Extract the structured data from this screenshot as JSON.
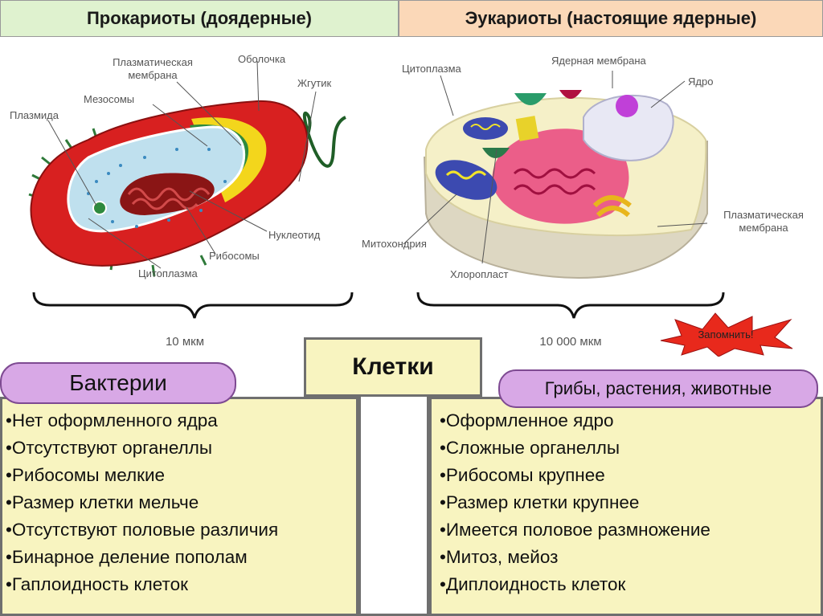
{
  "header": {
    "prokaryotes": "Прокариоты (доядерные)",
    "eukaryotes": "Эукариоты (настоящие ядерные)"
  },
  "diagram": {
    "prokaryote_labels": {
      "plasma_membrane_1": "Плазматическая",
      "plasma_membrane_2": "мембрана",
      "capsule": "Оболочка",
      "mesosomes": "Мезосомы",
      "flagellum": "Жгутик",
      "plasmid": "Плазмида",
      "nucleotide": "Нуклеотид",
      "ribosomes": "Рибосомы",
      "cytoplasm": "Цитоплазма"
    },
    "eukaryote_labels": {
      "cytoplasm": "Цитоплазма",
      "nuclear_membrane": "Ядерная мембрана",
      "nucleus": "Ядро",
      "plasma_membrane_1": "Плазматическая",
      "plasma_membrane_2": "мембрана",
      "mitochondria": "Митохондрия",
      "chloroplast": "Хлоропласт"
    },
    "scale_prokaryote": "10 мкм",
    "scale_eukaryote": "10 000 мкм"
  },
  "remember_badge": "Запомнить!",
  "center_title": "Клетки",
  "left_group": "Бактерии",
  "right_group": "Грибы, растения, животные",
  "prokaryote_traits": [
    "•Нет оформленного ядра",
    "•Отсутствуют органеллы",
    "•Рибосомы мелкие",
    "•Размер клетки мельче",
    "•Отсутствуют половые различия",
    "•Бинарное деление пополам",
    "•Гаплоидность клеток"
  ],
  "eukaryote_traits": [
    "•Оформленное ядро",
    "•Сложные органеллы",
    "•Рибосомы крупнее",
    "•Размер клетки крупнее",
    "•Имеется половое размножение",
    "•Митоз, мейоз",
    "•Диплоидность клеток"
  ],
  "colors": {
    "header_left_bg": "#dff2cf",
    "header_right_bg": "#fbd8b8",
    "list_bg": "#f8f4c0",
    "pill_bg": "#d8a8e6",
    "burst": "#e8291c"
  }
}
